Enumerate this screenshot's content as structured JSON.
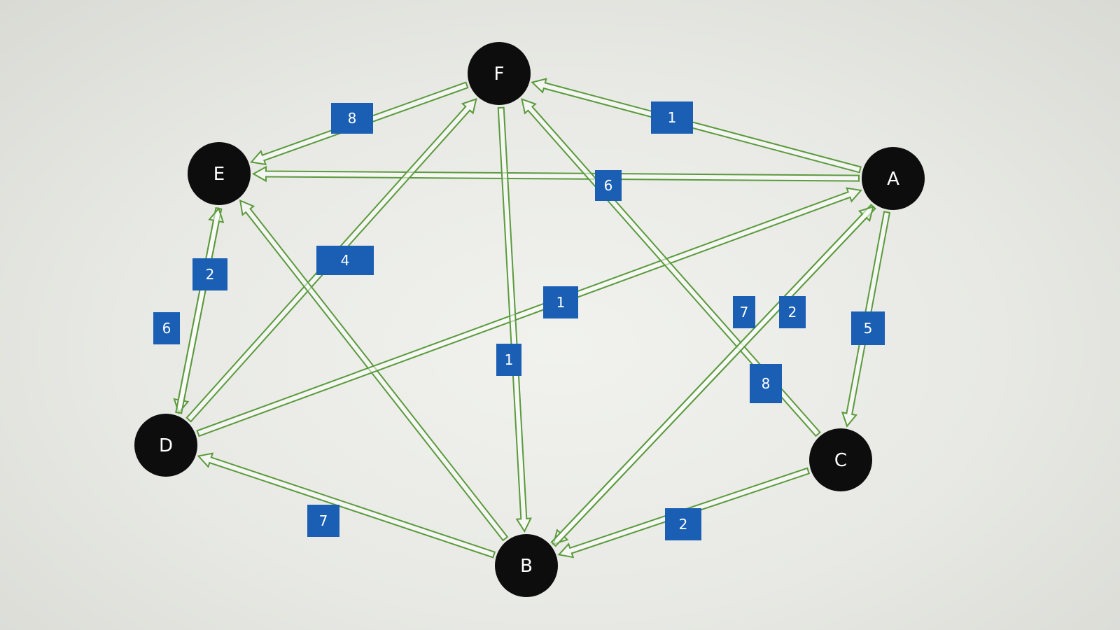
{
  "graph": {
    "nodes": [
      {
        "id": "F",
        "label": "F"
      },
      {
        "id": "E",
        "label": "E"
      },
      {
        "id": "A",
        "label": "A"
      },
      {
        "id": "D",
        "label": "D"
      },
      {
        "id": "C",
        "label": "C"
      },
      {
        "id": "B",
        "label": "B"
      }
    ],
    "edges": [
      {
        "from": "F",
        "to": "E",
        "weight": "8"
      },
      {
        "from": "A",
        "to": "F",
        "weight": "1"
      },
      {
        "from": "A",
        "to": "E",
        "weight": "6"
      },
      {
        "from": "E",
        "to": "D",
        "weight": "6"
      },
      {
        "from": "D",
        "to": "E",
        "weight": "2"
      },
      {
        "from": "D",
        "to": "F",
        "weight": "4"
      },
      {
        "from": "B",
        "to": "E",
        "weight": ""
      },
      {
        "from": "D",
        "to": "A",
        "weight": "1"
      },
      {
        "from": "F",
        "to": "B",
        "weight": "1"
      },
      {
        "from": "C",
        "to": "F",
        "weight": "8"
      },
      {
        "from": "A",
        "to": "B",
        "weight": "7"
      },
      {
        "from": "B",
        "to": "A",
        "weight": "2"
      },
      {
        "from": "A",
        "to": "C",
        "weight": "5"
      },
      {
        "from": "B",
        "to": "D",
        "weight": "7"
      },
      {
        "from": "C",
        "to": "B",
        "weight": "2"
      }
    ]
  },
  "colors": {
    "edge": "#5a9a3c",
    "node": "#0d0d0d",
    "weight_box": "#1a5fb4"
  }
}
